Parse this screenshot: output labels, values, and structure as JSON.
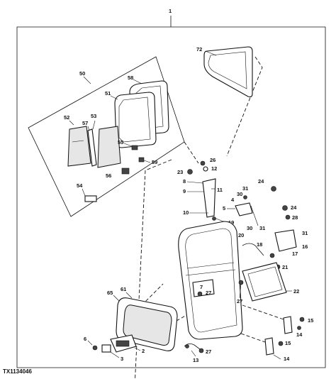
{
  "figure_ref": "TX1134046",
  "callouts": {
    "c1": "1",
    "c2": "2",
    "c3": "3",
    "c4": "4",
    "c5": "5",
    "c6": "6",
    "c7": "7",
    "c8": "8",
    "c9": "9",
    "c10": "10",
    "c11": "11",
    "c12": "12",
    "c13": "13",
    "c14a": "14",
    "c14b": "14",
    "c15a": "15",
    "c15b": "15",
    "c16": "16",
    "c17": "17",
    "c18": "18",
    "c19": "19",
    "c20": "20",
    "c21": "21",
    "c22": "22",
    "c23": "23",
    "c24a": "24",
    "c24b": "24",
    "c26": "26",
    "c27a": "27",
    "c27b": "27",
    "c27c": "27",
    "c28": "28",
    "c30a": "30",
    "c30b": "30",
    "c31a": "31",
    "c31b": "31",
    "c31c": "31",
    "c50": "50",
    "c51": "51",
    "c52": "52",
    "c53": "53",
    "c54": "54",
    "c55": "55",
    "c56": "56",
    "c57": "57",
    "c58": "58",
    "c59": "59",
    "c61": "61",
    "c65": "65",
    "c72": "72"
  }
}
